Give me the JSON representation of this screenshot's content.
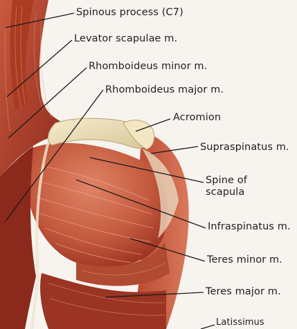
{
  "labels": {
    "spinous_process": "Spinous process (C7)",
    "levator_scapulae": "Levator scapulae m.",
    "rhomboideus_minor": "Rhomboideus minor m.",
    "rhomboideus_major": "Rhomboideus major m.",
    "acromion": "Acromion",
    "supraspinatus": "Supraspinatus m.",
    "spine_of_scapula": "Spine of scapula",
    "infraspinatus": "Infraspinatus m.",
    "teres_minor": "Teres minor m.",
    "teres_major": "Teres major m.",
    "latissimus": "Latissimus"
  },
  "colors": {
    "background": "#f7f4ef",
    "muscle_dark": "#8e2a1c",
    "muscle_mid": "#b8462f",
    "muscle_light": "#d9795b",
    "tendon": "#e8dcc2",
    "bone": "#efe2bd",
    "leader_line": "#1a1a1a"
  }
}
